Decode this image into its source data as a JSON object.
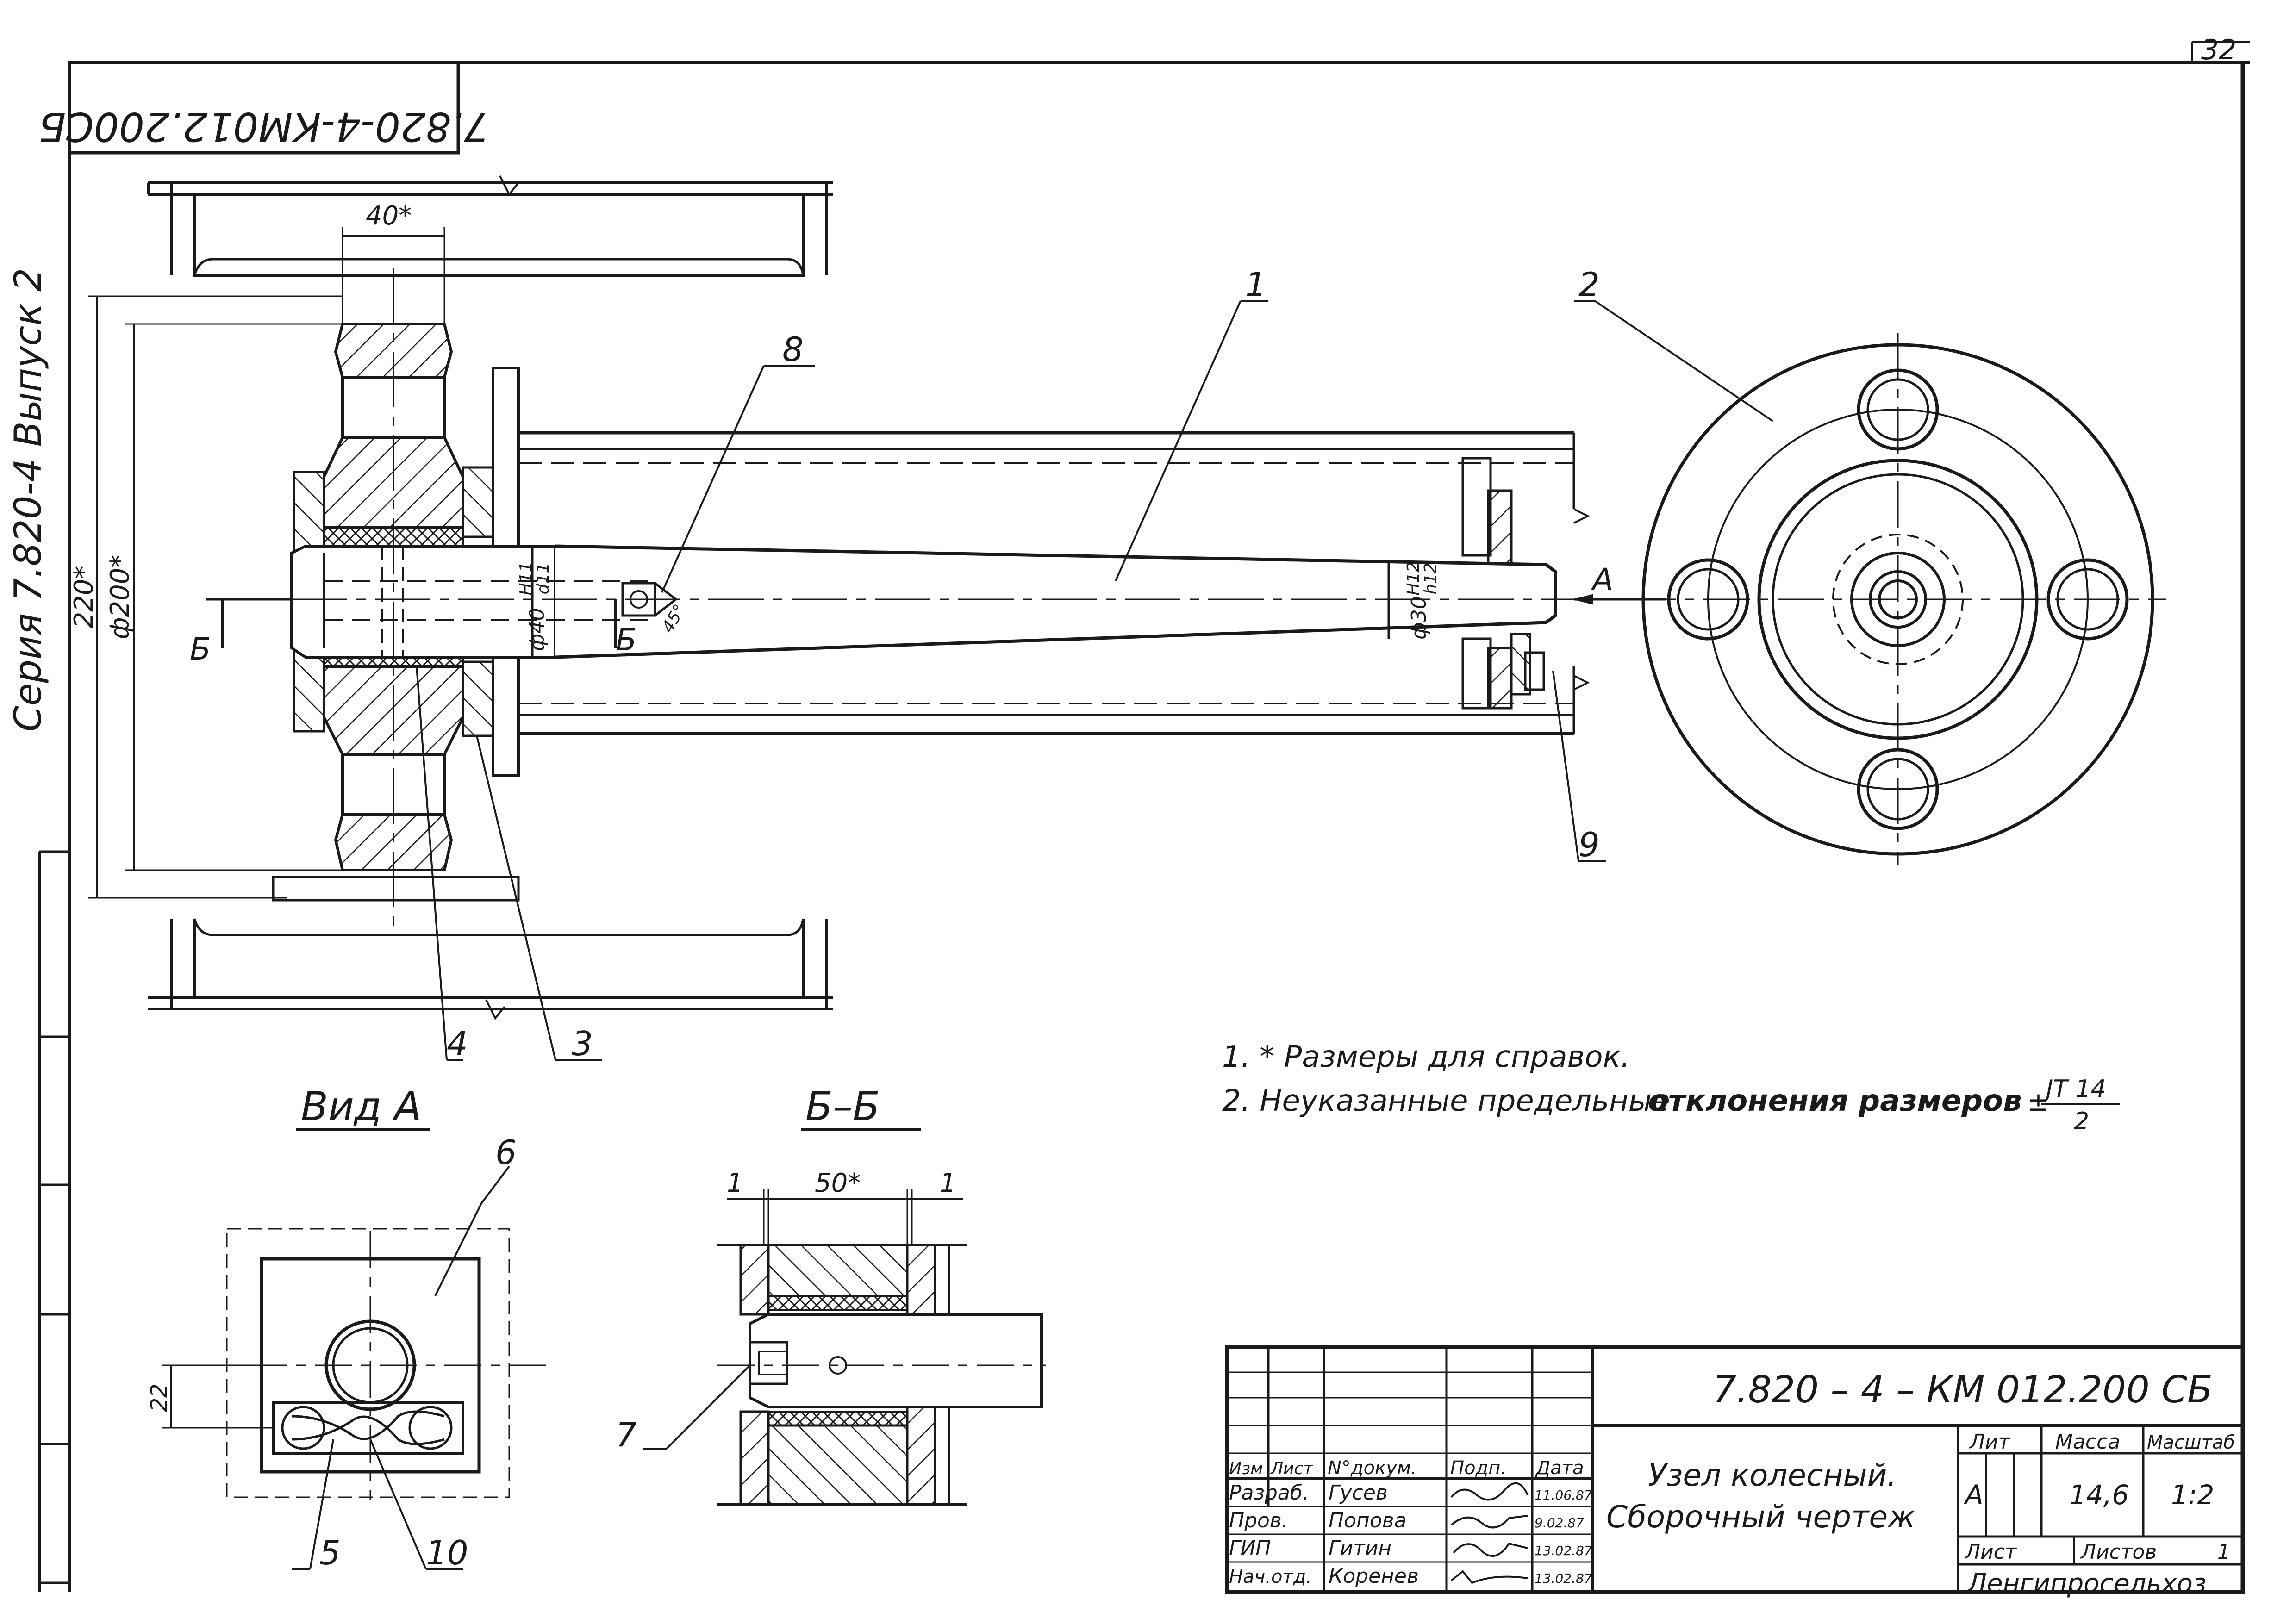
{
  "sheet": {
    "page_number": "32",
    "designation_top": "7.820-4-КМ012.200СБ",
    "series_side": "Серия 7.820-4 Выпуск 2"
  },
  "callouts": {
    "c1": "1",
    "c2": "2",
    "c3": "3",
    "c4": "4",
    "c5": "5",
    "c6": "6",
    "c7": "7",
    "c8": "8",
    "c9": "9",
    "c10": "10"
  },
  "dimensions": {
    "d40": "40*",
    "d220": "220*",
    "d200": "ф200*",
    "d40_fit": "ф40",
    "fit_h11": "H11",
    "fit_d11": "d11",
    "d30_fit": "ф30",
    "fit_h12": "H12",
    "fit_h12b": "h12",
    "chamfer": "45°",
    "d50": "50*",
    "d1a": "1",
    "d1b": "1",
    "d22": "22"
  },
  "section_marks": {
    "b_left": "Б",
    "b_right": "Б",
    "a_arrow": "А"
  },
  "views": {
    "view_a": "Вид А",
    "section_bb": "Б–Б"
  },
  "notes": {
    "note1": "1. * Размеры для справок.",
    "note2_prefix": "2.  Неуказанные предельные",
    "note2_bold": "отклонения размеров",
    "note2_pm": "±",
    "note2_num": "JT 14",
    "note2_den": "2"
  },
  "title_block": {
    "designation": "7.820 – 4 – КМ 012.200 СБ",
    "name_line1": "Узел колесный.",
    "name_line2": "Сборочный чертеж",
    "hdr_izm": "Изм",
    "hdr_list": "Лист",
    "hdr_doc": "N°докум.",
    "hdr_sign": "Подп.",
    "hdr_date": "Дата",
    "rows": [
      {
        "role": "Разраб.",
        "name": "Гусев",
        "date": "11.06.87"
      },
      {
        "role": "Пров.",
        "name": "Попова",
        "date": "9.02.87"
      },
      {
        "role": "ГИП",
        "name": "Гитин",
        "date": "13.02.87"
      },
      {
        "role": "Нач.отд.",
        "name": "Коренев",
        "date": "13.02.87"
      }
    ],
    "lit_label": "Лит",
    "mass_label": "Масса",
    "scale_label": "Масштаб",
    "lit_value": "А",
    "mass_value": "14,6",
    "scale_value": "1:2",
    "sheet_label": "Лист",
    "sheets_label": "Листов",
    "sheets_value": "1",
    "org": "Ленгипросельхоз"
  }
}
